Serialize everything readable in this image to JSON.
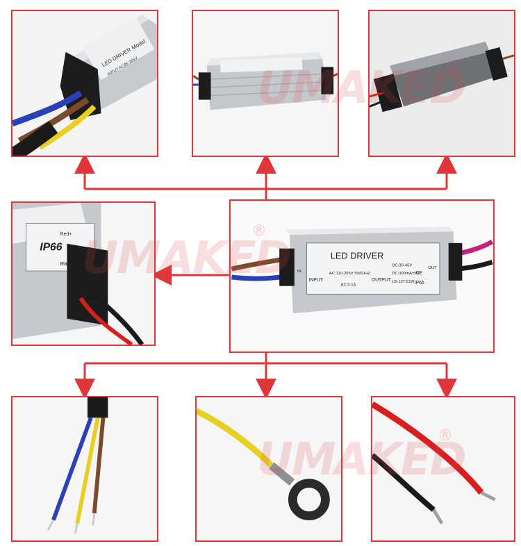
{
  "watermark": {
    "text": "UMAKED",
    "mark": "®"
  },
  "driver_label": {
    "brand": "LED DRIVER",
    "input_label": "INPUT",
    "input_spec": "AC:110-265V 50/60HZ",
    "input_current": "AC:0.1A",
    "output_label": "OUTPUT",
    "output_volts": "DC:30-45V",
    "output_current": "DC:300mA±5%",
    "output_model": "LB-12TX1W",
    "rating": "IP66",
    "in_side": "IN",
    "out_side": "OUT",
    "ce": "CE"
  },
  "side_label": {
    "rating": "IP66",
    "red": "Red+",
    "black": "Black-"
  },
  "top_label": {
    "text": "LED DRIVER Model:",
    "input": "INPUT AC85-265V"
  },
  "colors": {
    "border": "#e0363a",
    "arrow": "#e0363a",
    "aluminum": "#c9ccd0",
    "wire_red": "#d81e1e",
    "wire_black": "#1a1a1a",
    "wire_blue": "#2a40b8",
    "wire_brown": "#7a4a2a",
    "wire_yellow": "#e8d020"
  }
}
